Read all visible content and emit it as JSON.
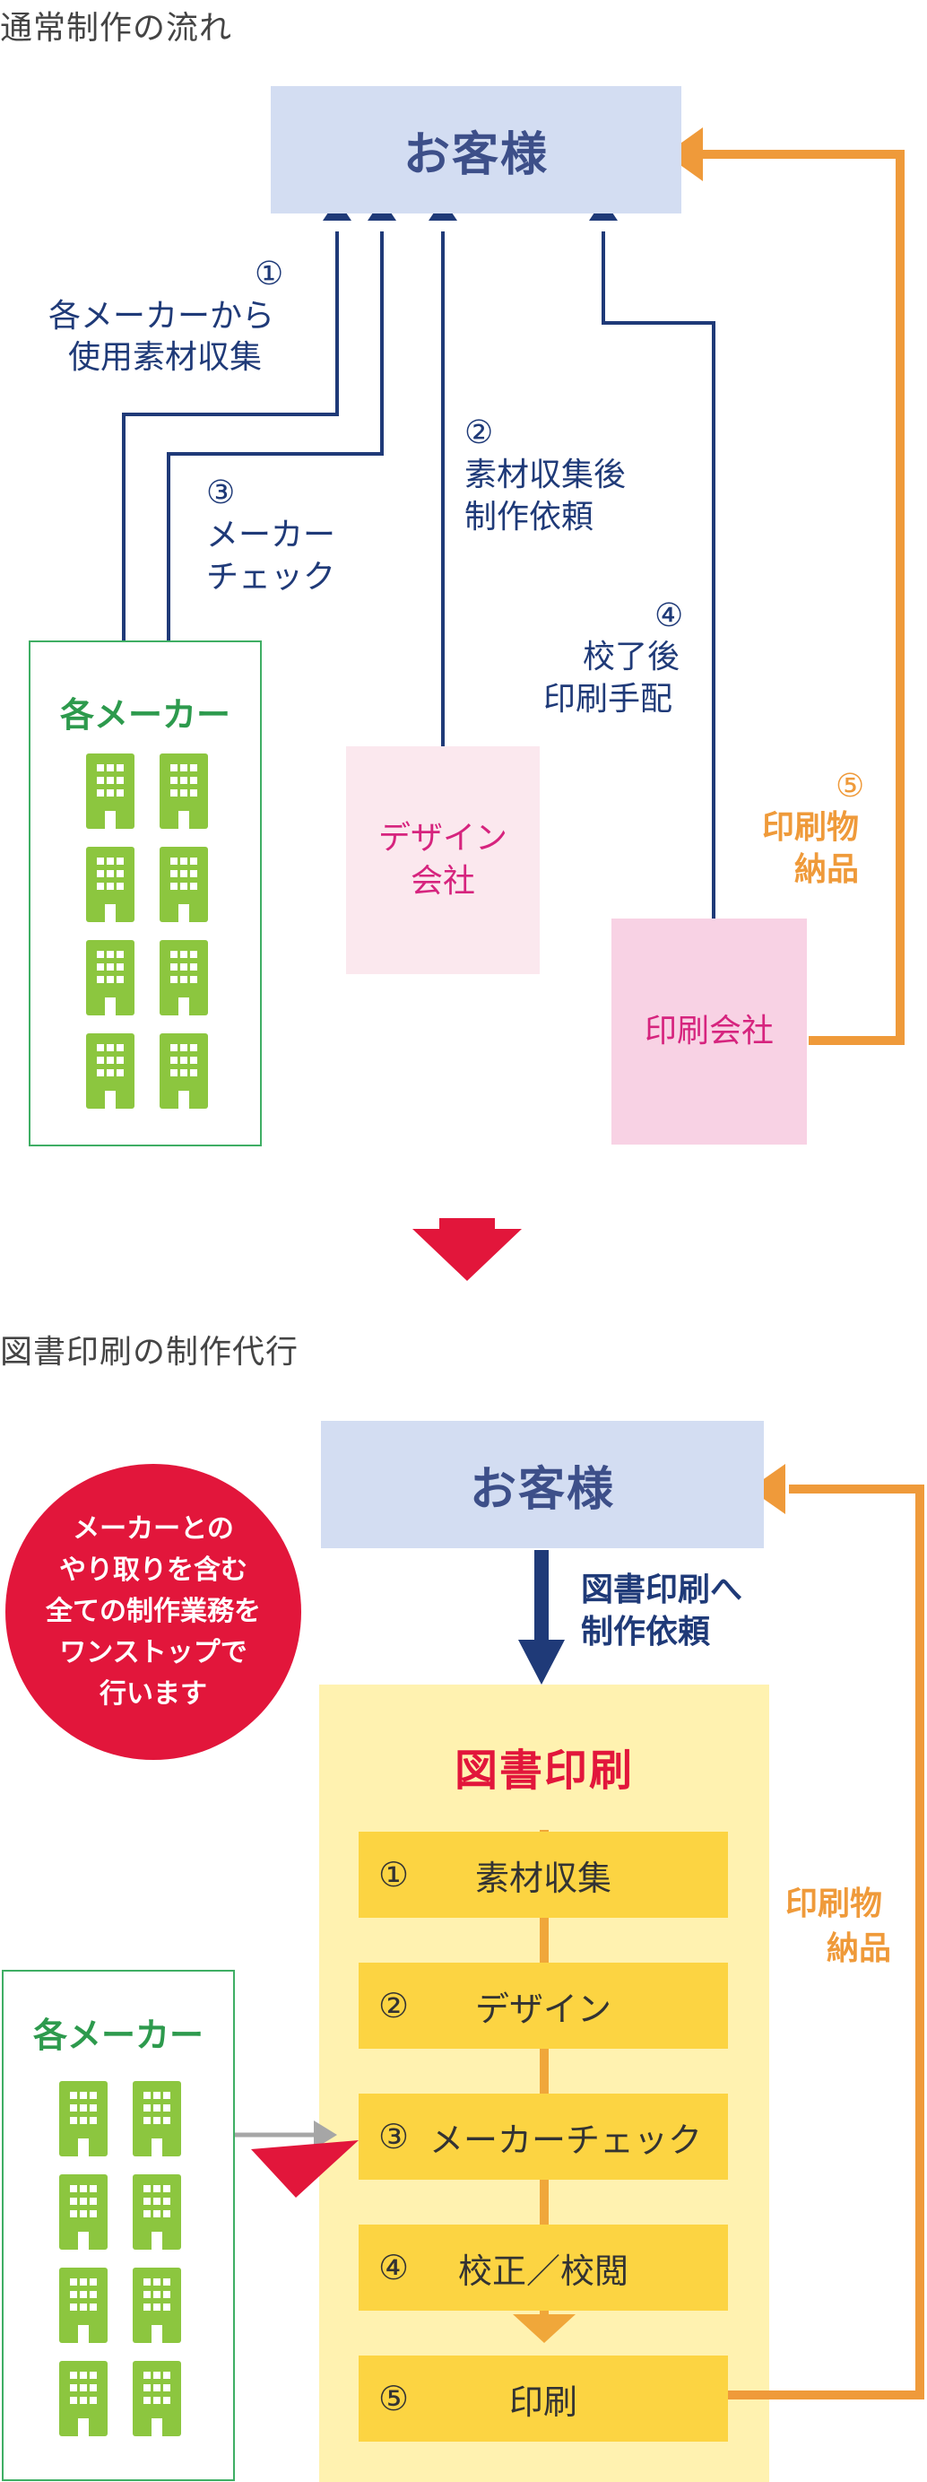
{
  "section1": {
    "title": "通常制作の流れ",
    "customer": "お客様",
    "label1": {
      "num": "①",
      "line1": "各メーカーから",
      "line2": "使用素材収集"
    },
    "label2": {
      "num": "②",
      "line1": "素材収集後",
      "line2": "制作依頼"
    },
    "label3": {
      "num": "③",
      "line1": "メーカー",
      "line2": "チェック"
    },
    "label4": {
      "num": "④",
      "line1": "校了後",
      "line2": "印刷手配"
    },
    "label5": {
      "num": "⑤",
      "line1": "印刷物",
      "line2": "納品"
    },
    "makers_title": "各メーカー",
    "design_company": {
      "line1": "デザイン",
      "line2": "会社"
    },
    "print_company": "印刷会社"
  },
  "section2": {
    "title": "図書印刷の制作代行",
    "customer": "お客様",
    "request_label": {
      "line1": "図書印刷へ",
      "line2": "制作依頼"
    },
    "bubble": {
      "line1": "メーカーとの",
      "line2": "やり取りを含む",
      "line3": "全ての制作業務を",
      "line4": "ワンストップで",
      "line5": "行います"
    },
    "tosho_title": "図書印刷",
    "steps": [
      {
        "num": "①",
        "label": "素材収集"
      },
      {
        "num": "②",
        "label": "デザイン"
      },
      {
        "num": "③",
        "label": "メーカーチェック"
      },
      {
        "num": "④",
        "label": "校正／校閲"
      },
      {
        "num": "⑤",
        "label": "印刷"
      }
    ],
    "delivery_label": {
      "line1": "印刷物",
      "line2": "納品"
    },
    "makers_title": "各メーカー"
  },
  "colors": {
    "navy": "#1f3a78",
    "orange": "#ef9a3a",
    "green": "#2d9a4d",
    "red": "#e2163b",
    "customer_bg": "#d3ddf2",
    "step_bg": "#fcd442",
    "tosho_bg": "#fff2b0"
  }
}
